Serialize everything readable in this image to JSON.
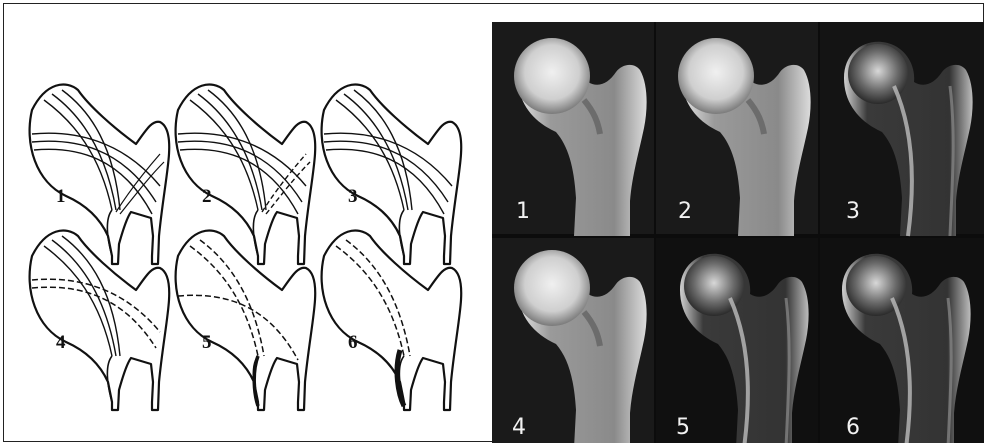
{
  "drawing_labels": [
    "1",
    "2",
    "3",
    "4",
    "5",
    "6"
  ],
  "xray_labels": [
    "1",
    "2",
    "3",
    "4",
    "5",
    "6"
  ],
  "colors": {
    "frame": "#222222",
    "ink": "#111111",
    "xray_background": "#0c0c0c",
    "xray_label": "#f2f2f2"
  }
}
